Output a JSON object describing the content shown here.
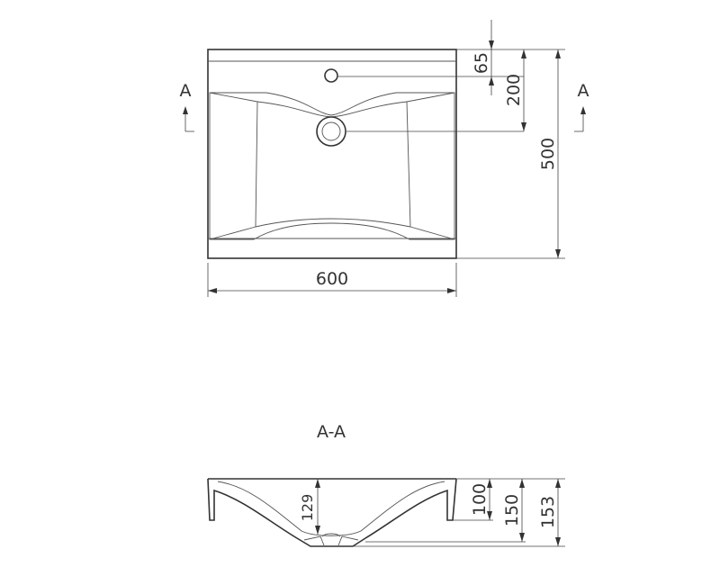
{
  "top_view": {
    "section_marker_left": "A",
    "section_marker_right": "A",
    "dim_width": "600",
    "dim_depth": "500",
    "dim_tap_hole": "65",
    "dim_drain": "200"
  },
  "section_view": {
    "title": "A-A",
    "dim_bowl_depth": "129",
    "dim_rim_100": "100",
    "dim_150": "150",
    "dim_153": "153"
  }
}
